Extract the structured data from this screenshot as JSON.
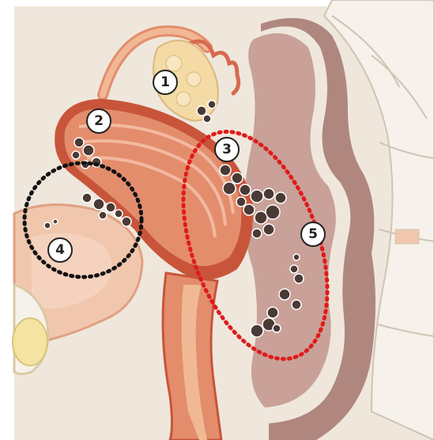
{
  "labels": [
    {
      "id": "1",
      "text": "1"
    },
    {
      "id": "2",
      "text": "2"
    },
    {
      "id": "3",
      "text": "3"
    },
    {
      "id": "4",
      "text": "4"
    },
    {
      "id": "5",
      "text": "5"
    }
  ],
  "highlights": [
    {
      "name": "black-dotted-circle",
      "color": "#111111"
    },
    {
      "name": "red-dotted-ellipse",
      "color": "#e01b1b"
    }
  ],
  "colors": {
    "background": "#efe7dc",
    "uterus": "#e38d6d",
    "uterus_dark": "#c8553a",
    "tube": "#f1b894",
    "ovary": "#f4dba6",
    "bladder": "#f0c7ad",
    "rectum": "#c9a198",
    "rectum_dark": "#b0877f",
    "bone": "#f6f1ea",
    "lesion": "#4a3a35"
  }
}
